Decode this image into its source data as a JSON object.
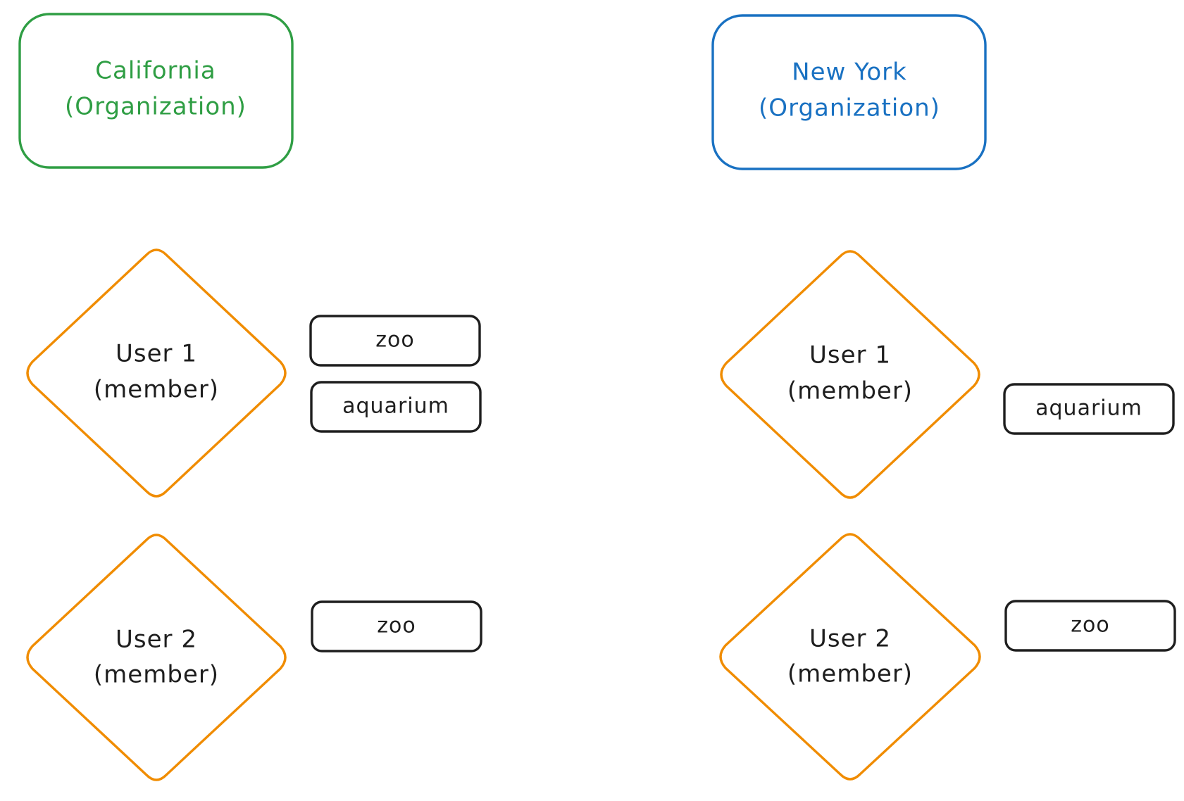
{
  "colors": {
    "california": "#2f9e44",
    "new_york": "#1971c2",
    "user": "#f08c00",
    "tag": "#1e1e1e",
    "text": "#1e1e1e"
  },
  "organizations": [
    {
      "id": "california",
      "name": "California",
      "type": "(Organization)",
      "users": [
        {
          "name": "User 1",
          "role": "(member)",
          "tags": [
            "zoo",
            "aquarium"
          ]
        },
        {
          "name": "User 2",
          "role": "(member)",
          "tags": [
            "zoo"
          ]
        }
      ]
    },
    {
      "id": "new-york",
      "name": "New York",
      "type": "(Organization)",
      "users": [
        {
          "name": "User 1",
          "role": "(member)",
          "tags": [
            "aquarium"
          ]
        },
        {
          "name": "User 2",
          "role": "(member)",
          "tags": [
            "zoo"
          ]
        }
      ]
    }
  ]
}
